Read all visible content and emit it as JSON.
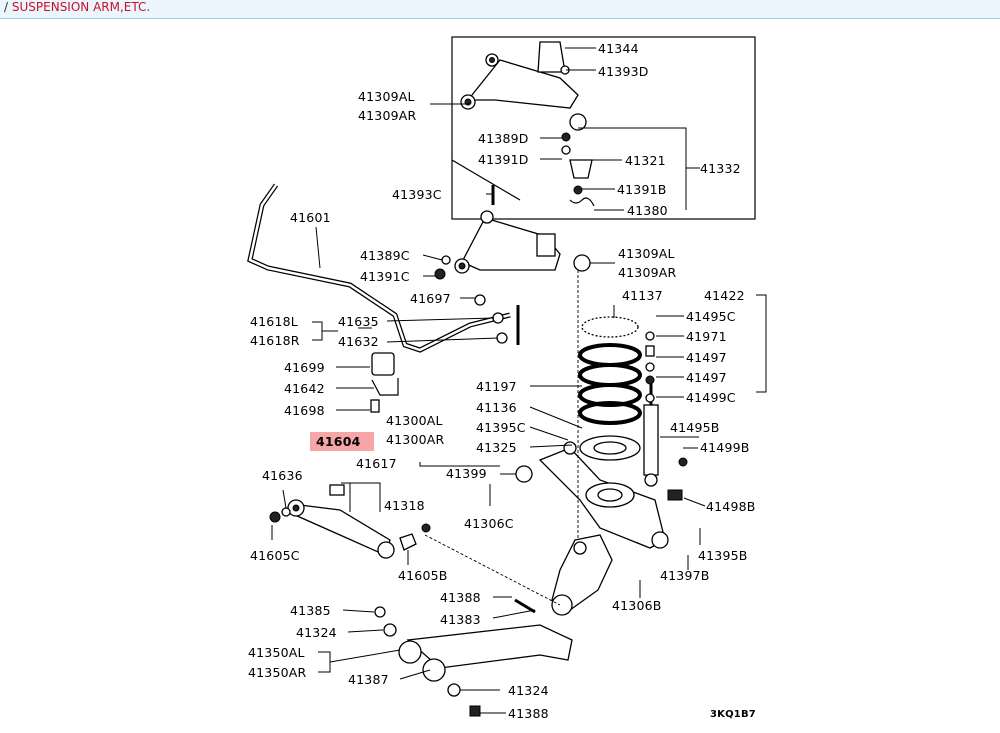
{
  "breadcrumb": {
    "separator": "/",
    "current": "SUSPENSION ARM,ETC."
  },
  "highlight_color": "#f6a6a6",
  "labels": {
    "p41344": "41344",
    "p41393D": "41393D",
    "p41309AL_top": "41309AL",
    "p41309AR_top": "41309AR",
    "p41389D": "41389D",
    "p41391D": "41391D",
    "p41321": "41321",
    "p41332": "41332",
    "p41391B": "41391B",
    "p41380": "41380",
    "p41393C": "41393C",
    "p41601": "41601",
    "p41389C": "41389C",
    "p41391C": "41391C",
    "p41309AL": "41309AL",
    "p41309AR": "41309AR",
    "p41697": "41697",
    "p41137": "41137",
    "p41422": "41422",
    "p41618L": "41618L",
    "p41618R": "41618R",
    "p41635": "41635",
    "p41632": "41632",
    "p41495C": "41495C",
    "p41971": "41971",
    "p41497a": "41497",
    "p41497b": "41497",
    "p41499C": "41499C",
    "p41699": "41699",
    "p41642": "41642",
    "p41197": "41197",
    "p41698": "41698",
    "p41136": "41136",
    "p41300AL": "41300AL",
    "p41300AR": "41300AR",
    "p41395C": "41395C",
    "p41604": "41604",
    "p41325": "41325",
    "p41495B": "41495B",
    "p41499B": "41499B",
    "p41636": "41636",
    "p41617": "41617",
    "p41399": "41399",
    "p41318": "41318",
    "p41498B": "41498B",
    "p41306C": "41306C",
    "p41605C": "41605C",
    "p41395B": "41395B",
    "p41605B": "41605B",
    "p41397B": "41397B",
    "p41388a": "41388",
    "p41306B": "41306B",
    "p41385": "41385",
    "p41383": "41383",
    "p41324a": "41324",
    "p41350AL": "41350AL",
    "p41350AR": "41350AR",
    "p41387": "41387",
    "p41324b": "41324",
    "p41388b": "41388",
    "code": "3KQ1B7"
  }
}
